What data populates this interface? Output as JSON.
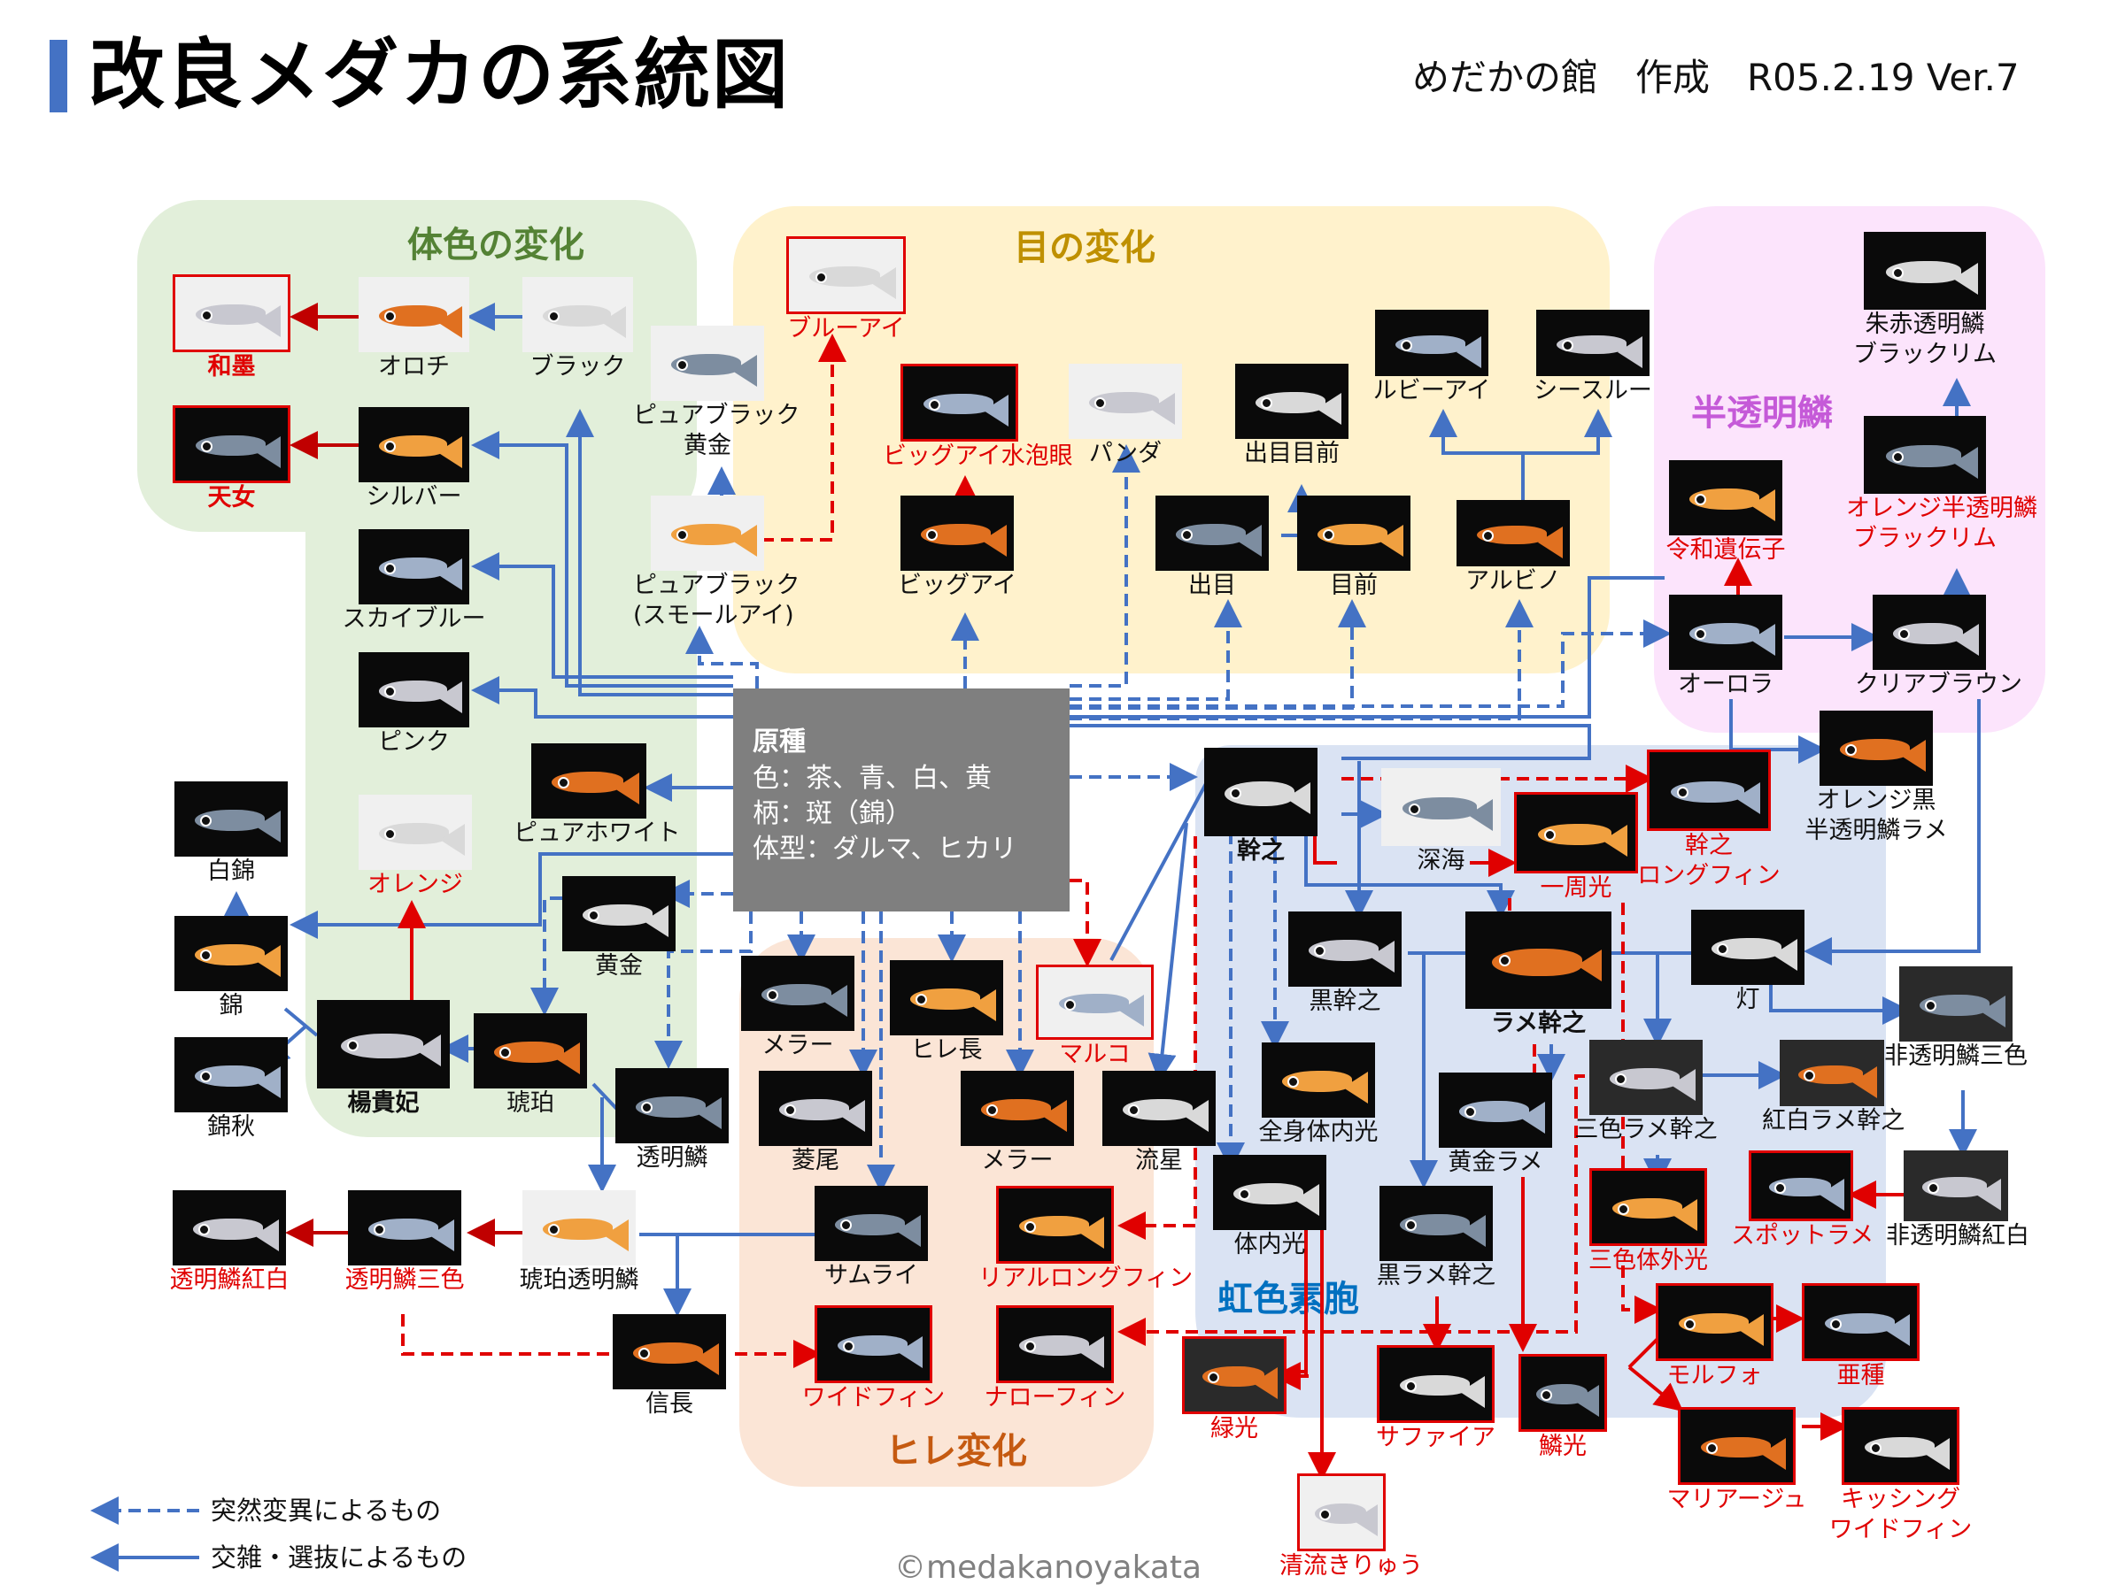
{
  "header": {
    "title": "改良メダカの系統図",
    "credit": "めだかの館　作成　R05.2.19 Ver.7"
  },
  "colors": {
    "title_bar": "#4472c4",
    "mutation_line": "#4472c4",
    "cross_line": "#4472c4",
    "red_line": "#e00000",
    "region_body_color": "#e2efda",
    "region_eye": "#fff2cc",
    "region_translucent": "#fce4fc",
    "region_fin": "#fbe5d6",
    "region_iridophore": "#dae3f3",
    "origin_box": "#7f7f7f"
  },
  "regions": {
    "body_color": "体色の変化",
    "eye": "目の変化",
    "translucent": "半透明鱗",
    "fin": "ヒレ変化",
    "iridophore": "虹色素胞"
  },
  "origin": {
    "title": "原種",
    "lines": [
      "色：茶、青、白、黄",
      "柄：斑（錦）",
      "体型：ダルマ、ヒカリ"
    ]
  },
  "nodes": {
    "wazumi": "和墨",
    "orochi": "オロチ",
    "black": "ブラック",
    "tennyo": "天女",
    "silver": "シルバー",
    "skyblue": "スカイブルー",
    "pink": "ピンク",
    "purewhite": "ピュアホワイト",
    "orange": "オレンジ",
    "shiranishiki": "白錦",
    "nishiki": "錦",
    "nishikiaki": "錦秋",
    "youkihi": "楊貴妃",
    "kohaku": "琥珀",
    "ougon": "黄金",
    "toumeirin": "透明鱗",
    "kohaku_toumeirin": "琥珀透明鱗",
    "toumeirin_sanshoku": "透明鱗三色",
    "toumeirin_kouhaku": "透明鱗紅白",
    "nobunaga": "信長",
    "blueeye": "ブルーアイ",
    "pureblack_ougon": [
      "ピュアブラック",
      "黄金"
    ],
    "pureblack_small": [
      "ピュアブラック",
      "(スモールアイ)"
    ],
    "bigeye_bubble": "ビッグアイ水泡眼",
    "panda": "パンダ",
    "bigeye": "ビッグアイ",
    "deme_memae": "出目目前",
    "deme": "出目",
    "memae": "目前",
    "rubyeye": "ルビーアイ",
    "seethrough": "シースルー",
    "albino": "アルビノ",
    "shuaka": [
      "朱赤透明鱗",
      "ブラックリム"
    ],
    "orange_translucent": [
      "オレンジ半透明鱗",
      "ブラックリム"
    ],
    "reiwa": "令和遺伝子",
    "aurora": "オーロラ",
    "clearbrown": "クリアブラウン",
    "orange_black": [
      "オレンジ黒",
      "半透明鱗ラメ"
    ],
    "miyuki": "幹之",
    "shinkai": "深海",
    "isshuukou": "一周光",
    "miyuki_longfin": [
      "幹之",
      "ロングフィン"
    ],
    "kuro_miyuki": "黒幹之",
    "rame_miyuki": "ラメ幹之",
    "akari": "灯",
    "hitoumeirin_sanshoku": "非透明鱗三色",
    "zenshin": "全身体内光",
    "ougon_rame": "黄金ラメ",
    "sanshoku_rame": "三色ラメ幹之",
    "kouhaku_rame": "紅白ラメ幹之",
    "tainaikou": "体内光",
    "kuro_rame": "黒ラメ幹之",
    "sanshoku_taigaikou": "三色体外光",
    "spot_rame": "スポットラメ",
    "hitoumeirin_kouhaku": "非透明鱗紅白",
    "ryokkou": "緑光",
    "sapphire": "サファイア",
    "rinkou": "鱗光",
    "morpho": "モルフォ",
    "ashu": "亜種",
    "seiryu": "清流きりゅう",
    "mariage": "マリアージュ",
    "kissing": [
      "キッシング",
      "ワイドフィン"
    ],
    "mera1": "メラー",
    "hirenaga": "ヒレ長",
    "maruko": "マルコ",
    "hishio": "菱尾",
    "mera2": "メラー",
    "ryusei": "流星",
    "samurai": "サムライ",
    "real_longfin": "リアルロングフィン",
    "widefin": "ワイドフィン",
    "narrowfin": "ナローフィン"
  },
  "legend": {
    "mutation": "突然変異によるもの",
    "cross": "交雑・選抜によるもの"
  },
  "footer": {
    "copyright": "©medakanoyakata"
  }
}
